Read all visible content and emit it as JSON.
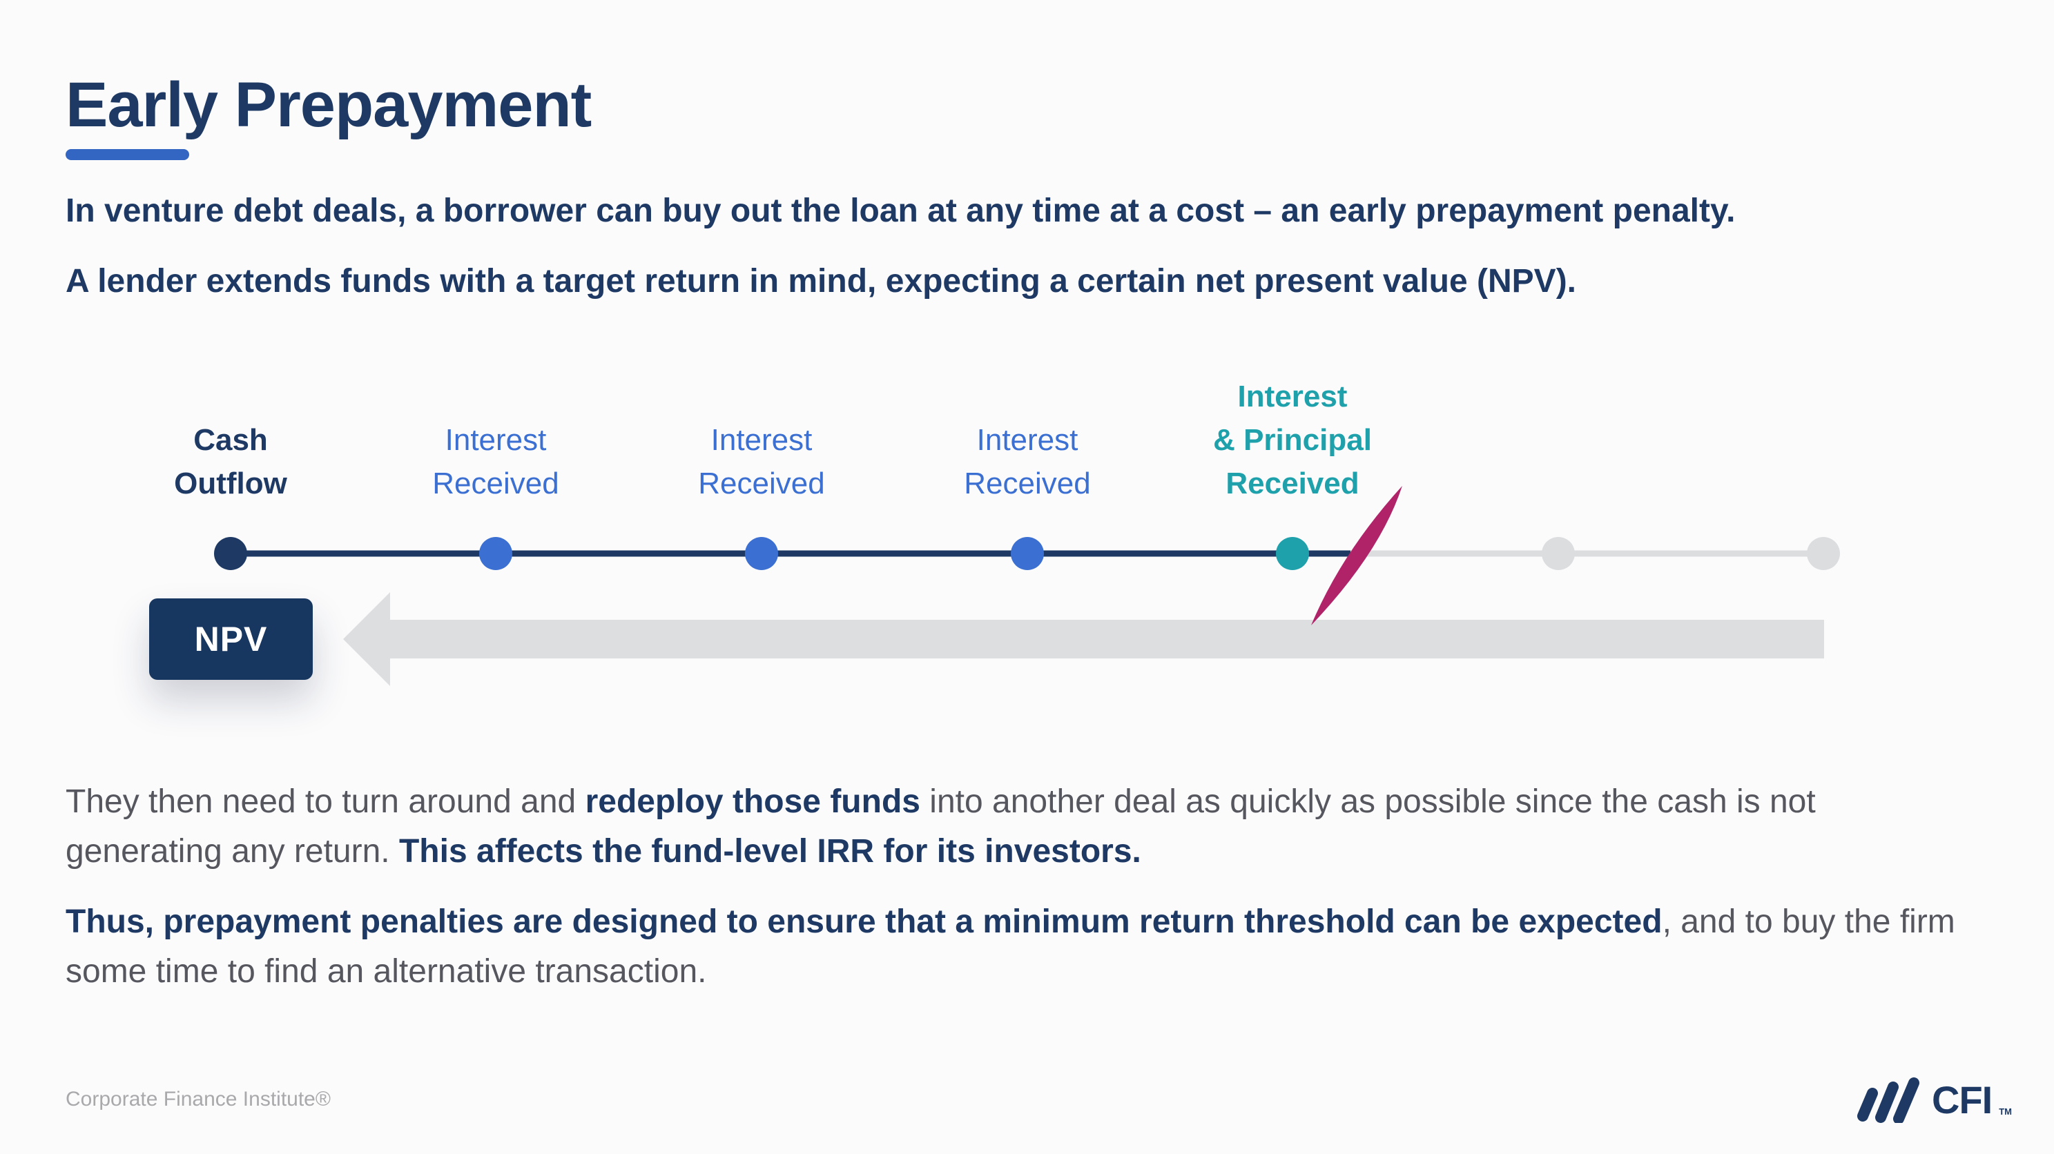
{
  "slide": {
    "title": "Early Prepayment",
    "intro": [
      "In venture debt deals, a borrower can buy out the loan at any time at a cost – an early prepayment penalty.",
      "A lender extends funds with a target return in mind, expecting a certain net present value (NPV)."
    ],
    "colors": {
      "background": "#fbfbfc",
      "navy": "#1e3a64",
      "accent_underline": "#3366c2",
      "body_gray": "#55565e",
      "footer_gray": "#a9a9ac"
    }
  },
  "diagram": {
    "npv_label": "NPV",
    "colors": {
      "line_active": "#1e3a64",
      "line_future": "#dcdddf",
      "arrow": "#dddee0",
      "slash": "#b02368"
    },
    "nodes": [
      {
        "lines": [
          "Cash",
          "Outflow"
        ],
        "color": "#1e3a64"
      },
      {
        "lines": [
          "Interest",
          "Received"
        ],
        "color": "#3b70d2"
      },
      {
        "lines": [
          "Interest",
          "Received"
        ],
        "color": "#3b70d2"
      },
      {
        "lines": [
          "Interest",
          "Received"
        ],
        "color": "#3b70d2"
      },
      {
        "lines": [
          "Interest",
          "& Principal",
          "Received"
        ],
        "color": "#1fa1ab"
      },
      {
        "lines": [],
        "color": "#dcdddf"
      },
      {
        "lines": [],
        "color": "#dcdddf"
      }
    ]
  },
  "body": {
    "p1": [
      {
        "text": "They then need to turn around and ",
        "bold": false
      },
      {
        "text": "redeploy those funds",
        "bold": true
      },
      {
        "text": " into another deal as quickly as possible since the cash is not generating any return. ",
        "bold": false
      },
      {
        "text": "This affects the fund-level IRR for its investors.",
        "bold": true
      }
    ],
    "p2": [
      {
        "text": "Thus, prepayment penalties are designed to ensure that a minimum return threshold can be expected",
        "bold": true
      },
      {
        "text": ", and to buy the firm some time to find an alternative transaction.",
        "bold": false
      }
    ]
  },
  "footer": {
    "credit": "Corporate Finance Institute®",
    "logo": {
      "text": "CFI",
      "tm": "TM"
    }
  }
}
